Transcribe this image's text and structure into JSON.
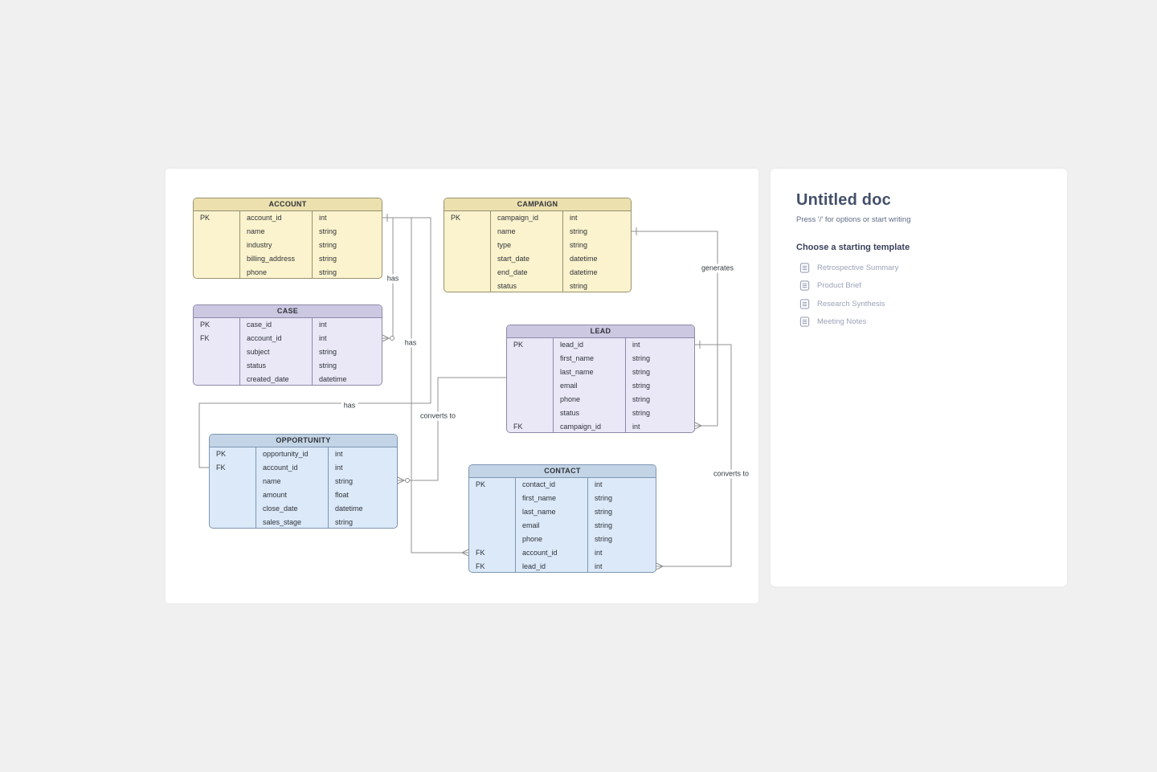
{
  "panel": {
    "title": "Untitled doc",
    "hint": "Press '/' for options or start writing",
    "templates_heading": "Choose a starting template",
    "templates": [
      {
        "label": "Retrospective Summary"
      },
      {
        "label": "Product Brief"
      },
      {
        "label": "Research Synthesis"
      },
      {
        "label": "Meeting Notes"
      }
    ]
  },
  "diagram": {
    "tables": [
      {
        "name": "ACCOUNT",
        "theme": "yellow",
        "rows": [
          [
            "PK",
            "account_id",
            "int"
          ],
          [
            "",
            "name",
            "string"
          ],
          [
            "",
            "industry",
            "string"
          ],
          [
            "",
            "billing_address",
            "string"
          ],
          [
            "",
            "phone",
            "string"
          ]
        ]
      },
      {
        "name": "CAMPAIGN",
        "theme": "yellow",
        "rows": [
          [
            "PK",
            "campaign_id",
            "int"
          ],
          [
            "",
            "name",
            "string"
          ],
          [
            "",
            "type",
            "string"
          ],
          [
            "",
            "start_date",
            "datetime"
          ],
          [
            "",
            "end_date",
            "datetime"
          ],
          [
            "",
            "status",
            "string"
          ]
        ]
      },
      {
        "name": "CASE",
        "theme": "purple",
        "rows": [
          [
            "PK",
            "case_id",
            "int"
          ],
          [
            "FK",
            "account_id",
            "int"
          ],
          [
            "",
            "subject",
            "string"
          ],
          [
            "",
            "status",
            "string"
          ],
          [
            "",
            "created_date",
            "datetime"
          ]
        ]
      },
      {
        "name": "LEAD",
        "theme": "purple",
        "rows": [
          [
            "PK",
            "lead_id",
            "int"
          ],
          [
            "",
            "first_name",
            "string"
          ],
          [
            "",
            "last_name",
            "string"
          ],
          [
            "",
            "email",
            "string"
          ],
          [
            "",
            "phone",
            "string"
          ],
          [
            "",
            "status",
            "string"
          ],
          [
            "FK",
            "campaign_id",
            "int"
          ]
        ]
      },
      {
        "name": "OPPORTUNITY",
        "theme": "blue",
        "rows": [
          [
            "PK",
            "opportunity_id",
            "int"
          ],
          [
            "FK",
            "account_id",
            "int"
          ],
          [
            "",
            "name",
            "string"
          ],
          [
            "",
            "amount",
            "float"
          ],
          [
            "",
            "close_date",
            "datetime"
          ],
          [
            "",
            "sales_stage",
            "string"
          ]
        ]
      },
      {
        "name": "CONTACT",
        "theme": "blue",
        "rows": [
          [
            "PK",
            "contact_id",
            "int"
          ],
          [
            "",
            "first_name",
            "string"
          ],
          [
            "",
            "last_name",
            "string"
          ],
          [
            "",
            "email",
            "string"
          ],
          [
            "",
            "phone",
            "string"
          ],
          [
            "FK",
            "account_id",
            "int"
          ],
          [
            "FK",
            "lead_id",
            "int"
          ]
        ]
      }
    ],
    "relationships": {
      "account_case": "has",
      "account_contact": "has",
      "account_opportunity": "has",
      "campaign_lead": "generates",
      "lead_opportunity": "converts to",
      "lead_contact": "converts to"
    }
  },
  "colors": {
    "page_bg": "#f0f0f1",
    "surface": "#ffffff",
    "connector": "#909090",
    "yellow_header": "#ece0ae",
    "yellow_body": "#fbf3cd",
    "purple_header": "#ccc8e2",
    "purple_body": "#eae7f7",
    "blue_header": "#c3d4e6",
    "blue_body": "#dbe9f9",
    "title_text": "#44506a",
    "muted_text": "#9aa2b8"
  }
}
